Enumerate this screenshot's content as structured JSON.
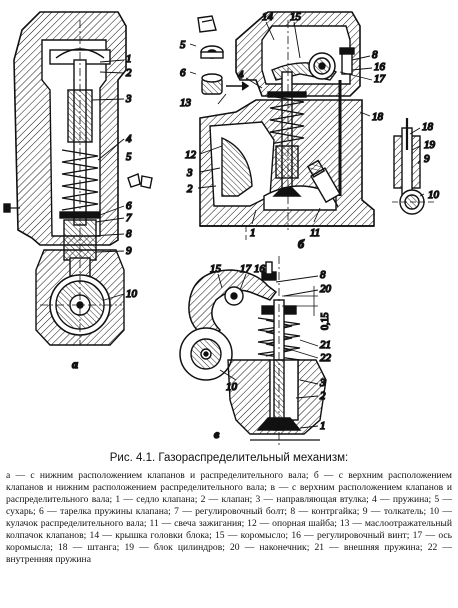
{
  "figure": {
    "subfigures": [
      "а",
      "б",
      "в"
    ],
    "dimension": "0,15",
    "callouts_a": [
      "1",
      "2",
      "3",
      "4",
      "5",
      "6",
      "7",
      "8",
      "9",
      "10"
    ],
    "callouts_b": [
      "2",
      "3",
      "4",
      "5",
      "6",
      "8",
      "11",
      "12",
      "13",
      "14",
      "15",
      "16",
      "17",
      "18",
      "18",
      "19",
      "9",
      "10",
      "1"
    ],
    "callouts_c": [
      "15",
      "17",
      "16",
      "8",
      "20",
      "21",
      "22",
      "10",
      "3",
      "2",
      "1"
    ]
  },
  "caption": {
    "title": "Рис. 4.1. Газораспределительный механизм:"
  },
  "legend": {
    "text": "а — с нижним расположением клапанов и распределительного вала; б — с верхним расположением клапанов и нижним расположением распределительного вала; в — с верхним расположением клапанов и распределительного вала; 1 — седло клапана; 2 — клапан; 3 — направляющая втулка; 4 — пружина; 5 — сухарь; 6 — тарелка пружины клапана; 7 — регулировочный болт; 8 — контргайка; 9 — толкатель; 10 — кулачок распределительного вала; 11 — свеча зажигания; 12 — опорная шайба; 13 — маслоотражательный колпачок клапанов; 14 — крышка головки блока; 15 — коромысло; 16 — регулировочный винт; 17 — ось коромысла; 18 — штанга; 19 — блок цилиндров; 20 — наконечник; 21 — внешняя пружина; 22 — внутренняя пружина"
  }
}
